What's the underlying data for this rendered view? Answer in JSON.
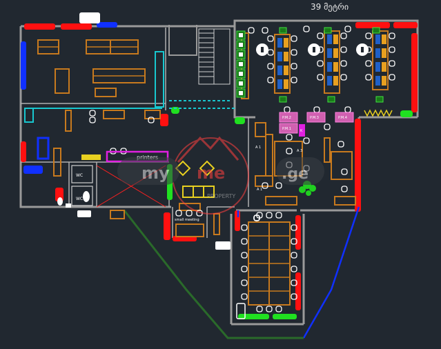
{
  "drawing": {
    "header_label": "39 მეტრი",
    "colors": {
      "background": "#212830",
      "wall": "#9a9a9a",
      "furniture": "#c87a1e",
      "red_partition": "#ff1010",
      "blue_partition": "#1030ff",
      "green_partition": "#20e020",
      "cyan": "#18c8d0",
      "magenta": "#e020e0",
      "yellow": "#e8d020",
      "desk_blue": "#2060c8"
    },
    "labels": {
      "printers": "printers",
      "small_meeting": "small meeting",
      "wc_1": "WC",
      "wc_2": "WC",
      "room_pm2": "P.M.2",
      "room_pm1": "P.M.1",
      "room_pm3": "P.M.3",
      "room_pm4": "P.M.4",
      "room_a1": "A 1",
      "room_a3": "A 3",
      "room_a1b": "A 1",
      "room_k": "K"
    },
    "watermark": {
      "left": "my",
      "middle": "me",
      "right": ".ge",
      "sub": "PROPERTY"
    }
  }
}
